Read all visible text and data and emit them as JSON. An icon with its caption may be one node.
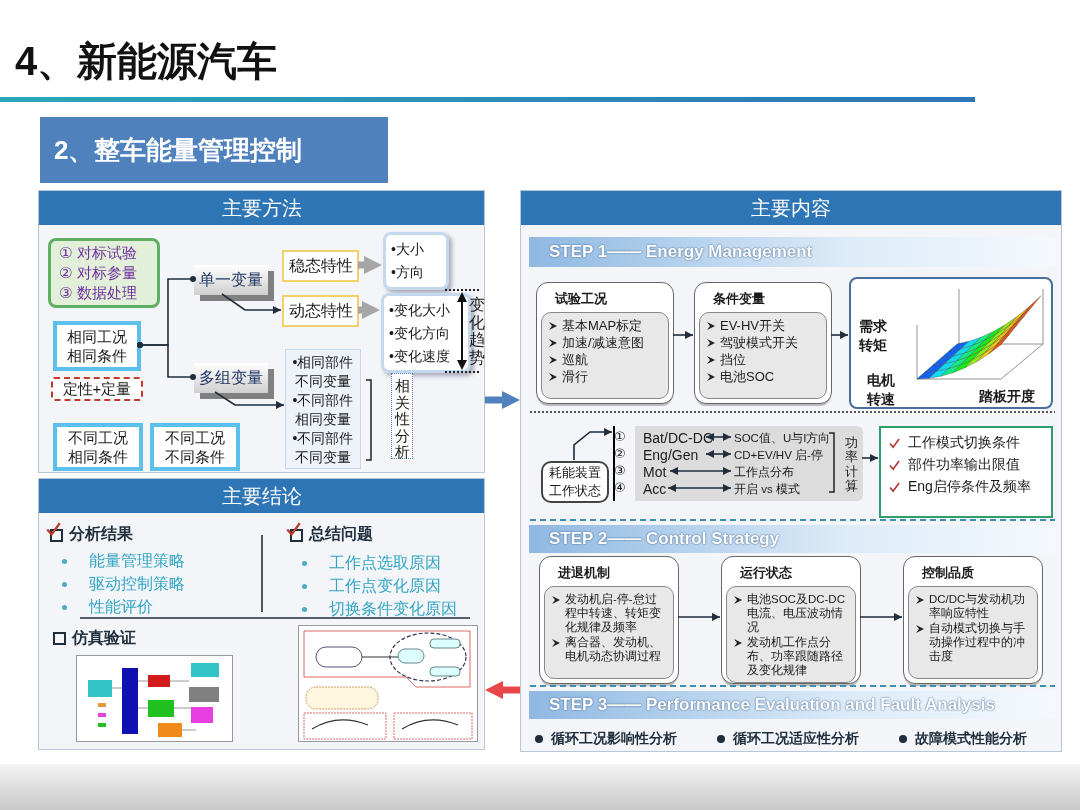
{
  "diagram": {
    "title": "4、新能源汽车",
    "nodes": [
      {
        "text": [
          "2、整车能量管理控制"
        ]
      },
      {
        "text": [
          "主要方法"
        ]
      },
      {
        "text": [
          "① 对标试验",
          "② 对标参量",
          "③ 数据处理"
        ],
        "in": 1
      },
      {
        "text": [
          "相同工况相同条件"
        ],
        "in": 1
      },
      {
        "text": [
          "定性+定量"
        ],
        "in": 1
      },
      {
        "text": [
          "不同工况相同条件"
        ],
        "in": 1
      },
      {
        "text": [
          "不同工况不同条件"
        ],
        "in": 1
      },
      {
        "text": [
          "单一变量"
        ],
        "in": 1
      },
      {
        "text": [
          "多组变量"
        ],
        "in": 1
      },
      {
        "text": [
          "稳态特性"
        ],
        "in": 1
      },
      {
        "text": [
          "动态特性"
        ],
        "in": 1
      },
      {
        "text": [
          "•大小",
          "•方向"
        ],
        "in": 1
      },
      {
        "text": [
          "•变化大小",
          "•变化方向",
          "•变化速度"
        ],
        "in": 1
      },
      {
        "text": [
          "•相同部件不同变量",
          "•不同部件相同变量",
          "•不同部件不同变量"
        ],
        "in": 1
      },
      {
        "text": [
          "相关性分析"
        ],
        "in": 1
      },
      {
        "text": [
          "主要结论"
        ]
      },
      {
        "text": [
          "主要内容"
        ]
      },
      {
        "text": [
          "STEP 1—— Energy Management"
        ],
        "in": 16
      },
      {
        "text": [
          "试验工况",
          "基本MAP标定",
          "加速/减速意图",
          "巡航",
          "滑行"
        ],
        "in": 16
      },
      {
        "text": [
          "条件变量",
          "EV-HV开关",
          "驾驶模式开关",
          "挡位",
          "电池SOC"
        ],
        "in": 16
      },
      {
        "text": [
          "需求转矩",
          "电机转速",
          "踏板开度"
        ],
        "in": 16
      },
      {
        "text": [
          "耗能装置工作状态"
        ],
        "in": 16
      },
      {
        "text": [
          "功率计算"
        ],
        "in": 16
      },
      {
        "text": [
          "Bat/DC-DC"
        ],
        "in": 22
      },
      {
        "text": [
          "Eng/Gen"
        ],
        "in": 22
      },
      {
        "text": [
          "Mot"
        ],
        "in": 22
      },
      {
        "text": [
          "Acc"
        ],
        "in": 22
      },
      {
        "text": [
          "SOC值、U与I方向"
        ],
        "in": 22
      },
      {
        "text": [
          "CD+EV/HV 启-停"
        ],
        "in": 22
      },
      {
        "text": [
          "工作点分布"
        ],
        "in": 22
      },
      {
        "text": [
          "开启 vs 模式"
        ],
        "in": 22
      },
      {
        "text": [
          "工作模式切换条件",
          "部件功率输出限值",
          "Eng启停条件及频率"
        ],
        "in": 16
      },
      {
        "text": [
          "STEP 2—— Control Strategy"
        ],
        "in": 16
      },
      {
        "text": [
          "进退机制",
          "发动机启-停-怠过程中转速、转矩变化规律及频率",
          "离合器、发动机、电机动态协调过程"
        ],
        "in": 16
      },
      {
        "text": [
          "运行状态",
          "电池SOC及DC-DC电流、电压波动情况",
          "发动机工作点分布、功率跟随路径及变化规律"
        ],
        "in": 16
      },
      {
        "text": [
          "控制品质",
          "DC/DC与发动机功率响应特性",
          "自动模式切换与手动操作过程中的冲击度"
        ],
        "in": 16
      },
      {
        "text": [
          "STEP 3—— Performance Evaluation and Fault Analysis"
        ],
        "in": 16,
        "beside": [
          "循环工况影响性分析",
          "循环工况适应性分析",
          "故障模式性能分析"
        ]
      }
    ],
    "edges": [
      {
        "from": 3,
        "to": 7,
        "arrow": "other"
      },
      {
        "from": 3,
        "to": 8,
        "arrow": "other"
      },
      {
        "from": 7,
        "to": 10,
        "arrow": "to"
      },
      {
        "from": 8,
        "to": 13,
        "arrow": "to"
      },
      {
        "from": 9,
        "to": 11,
        "arrow": "to",
        "style": "thick",
        "color": "#a6a6a6"
      },
      {
        "from": 10,
        "to": 12,
        "arrow": "to",
        "style": "thick",
        "color": "#a6a6a6"
      },
      {
        "from": 1,
        "to": 16,
        "arrow": "to",
        "style": "thick",
        "color": "#4f81bd"
      },
      {
        "from": 16,
        "to": 15,
        "arrow": "to",
        "style": "thick",
        "color": "#e8474a"
      },
      {
        "from": 18,
        "to": 19,
        "arrow": "to"
      },
      {
        "from": 19,
        "to": 20,
        "arrow": "to"
      },
      {
        "from": 21,
        "to": 22,
        "arrow": "to"
      },
      {
        "from": 23,
        "to": 27,
        "arrow": "both"
      },
      {
        "from": 24,
        "to": 28,
        "arrow": "both"
      },
      {
        "from": 25,
        "to": 29,
        "arrow": "both"
      },
      {
        "from": 26,
        "to": 30,
        "arrow": "both"
      },
      {
        "from": 22,
        "to": 31,
        "arrow": "to"
      },
      {
        "from": 33,
        "to": 34,
        "arrow": "to"
      },
      {
        "from": 34,
        "to": 35,
        "arrow": "to"
      }
    ],
    "labels": [
      "变化趋势",
      "分析结果",
      "能量管理策略",
      "驱动控制策略",
      "性能评价",
      "总结问题",
      "工作点选取原因",
      "工作点变化原因",
      "切换条件变化原因",
      "仿真验证",
      "①",
      "②",
      "③",
      "④"
    ]
  }
}
